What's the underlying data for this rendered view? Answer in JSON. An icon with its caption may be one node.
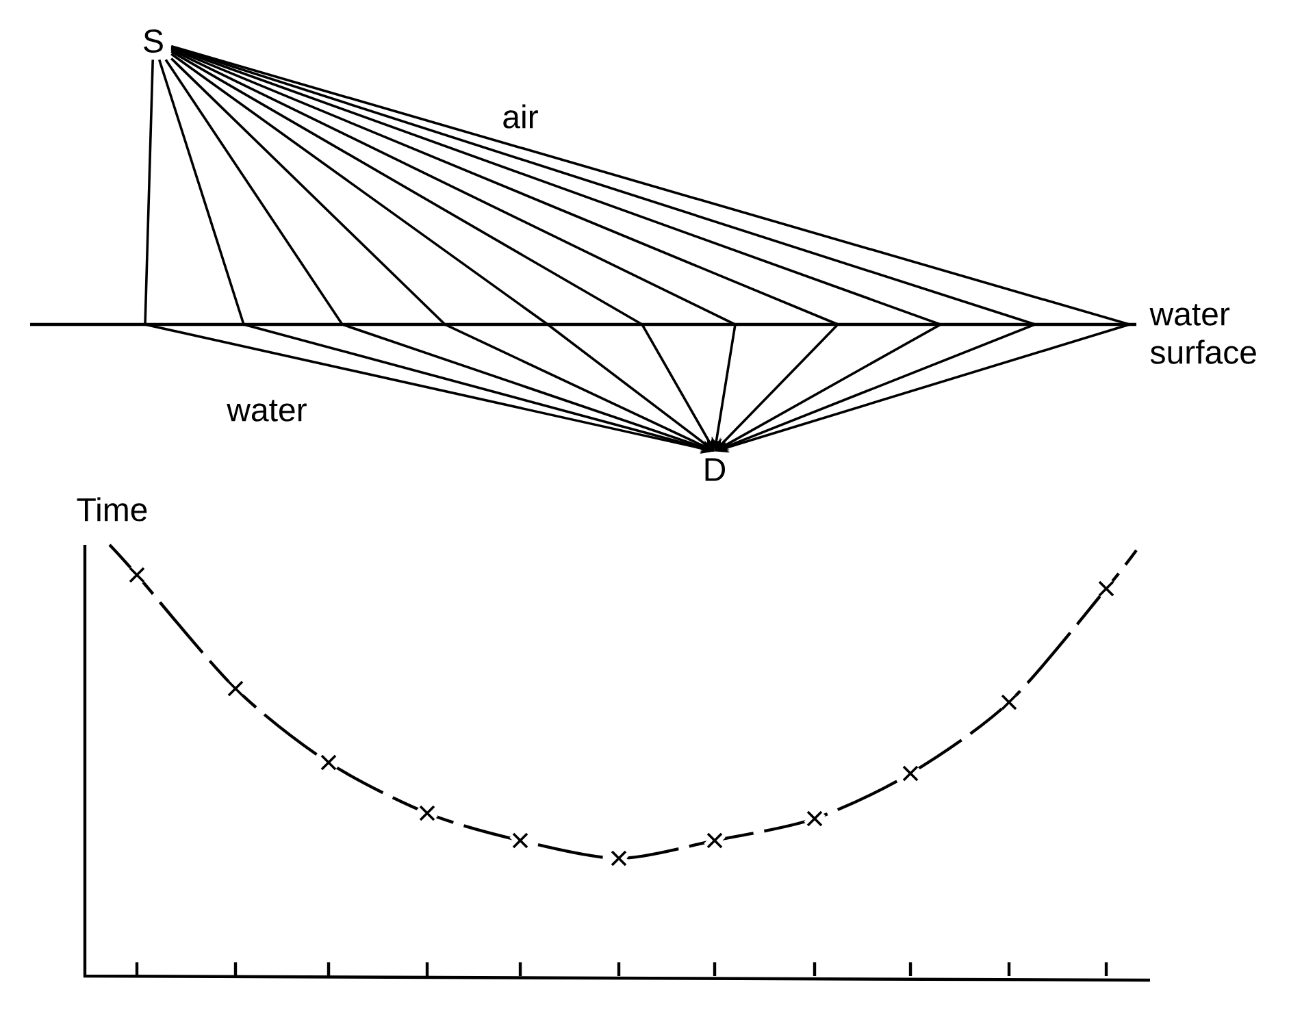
{
  "diagram": {
    "nodes": [
      {
        "text": [
          "S"
        ]
      },
      {
        "text": [
          "D"
        ]
      }
    ],
    "edges": [
      {
        "from": 0,
        "to": 1,
        "arrow": "to"
      },
      {
        "from": 0,
        "to": 1,
        "arrow": "to"
      },
      {
        "from": 0,
        "to": 1,
        "arrow": "to"
      },
      {
        "from": 0,
        "to": 1,
        "arrow": "to"
      },
      {
        "from": 0,
        "to": 1,
        "arrow": "to"
      },
      {
        "from": 0,
        "to": 1,
        "arrow": "to"
      },
      {
        "from": 0,
        "to": 1,
        "arrow": "to"
      },
      {
        "from": 0,
        "to": 1,
        "arrow": "to"
      },
      {
        "from": 0,
        "to": 1,
        "arrow": "to"
      },
      {
        "from": 0,
        "to": 1,
        "arrow": "to"
      },
      {
        "from": 0,
        "to": 1,
        "arrow": "to"
      }
    ],
    "labels": [
      "air",
      "water surface",
      "water",
      "Time"
    ]
  }
}
